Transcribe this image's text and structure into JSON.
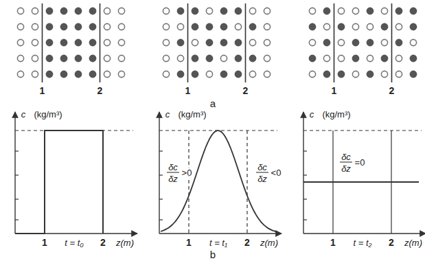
{
  "diagram": {
    "labels": [
      "1",
      "2",
      "1",
      "2",
      "1",
      "2",
      "a",
      "c",
      "(kg/m³)",
      "1",
      "2",
      "t = t₀",
      "z(m)",
      "c",
      "(kg/m³)",
      "1",
      "2",
      "t = t₁",
      "z(m)",
      "δc",
      "δz",
      ">0",
      "δc",
      "δz",
      "<0",
      "c",
      "(kg/m³)",
      "1",
      "2",
      "t = t₂",
      "z(m)",
      "δc",
      "δz",
      "=0",
      "b"
    ]
  }
}
